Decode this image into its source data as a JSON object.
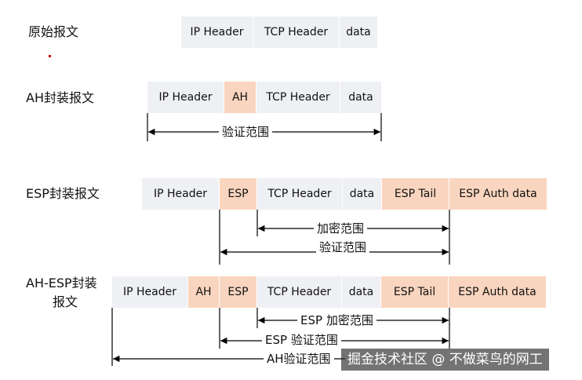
{
  "rows": {
    "original": {
      "label": "原始报文",
      "segments": [
        "IP Header",
        "TCP Header",
        "data"
      ]
    },
    "ah": {
      "label": "AH封装报文",
      "segments": [
        "IP Header",
        "AH",
        "TCP Header",
        "data"
      ],
      "auth_range": "验证范围"
    },
    "esp": {
      "label": "ESP封装报文",
      "segments": [
        "IP Header",
        "ESP",
        "TCP Header",
        "data",
        "ESP Tail",
        "ESP Auth data"
      ],
      "encrypt_range": "加密范围",
      "auth_range": "验证范围"
    },
    "ah_esp": {
      "label_line1": "AH-ESP封装",
      "label_line2": "报文",
      "segments": [
        "IP Header",
        "AH",
        "ESP",
        "TCP Header",
        "data",
        "ESP Tail",
        "ESP Auth data"
      ],
      "esp_encrypt_range": "ESP 加密范围",
      "esp_auth_range": "ESP 验证范围",
      "ah_auth_range": "AH验证范围"
    }
  },
  "watermark": "掘金技术社区 @ 不做菜鸟的网工",
  "colors": {
    "header_segment": "#eef0f4",
    "security_segment": "#f9d5bf"
  }
}
